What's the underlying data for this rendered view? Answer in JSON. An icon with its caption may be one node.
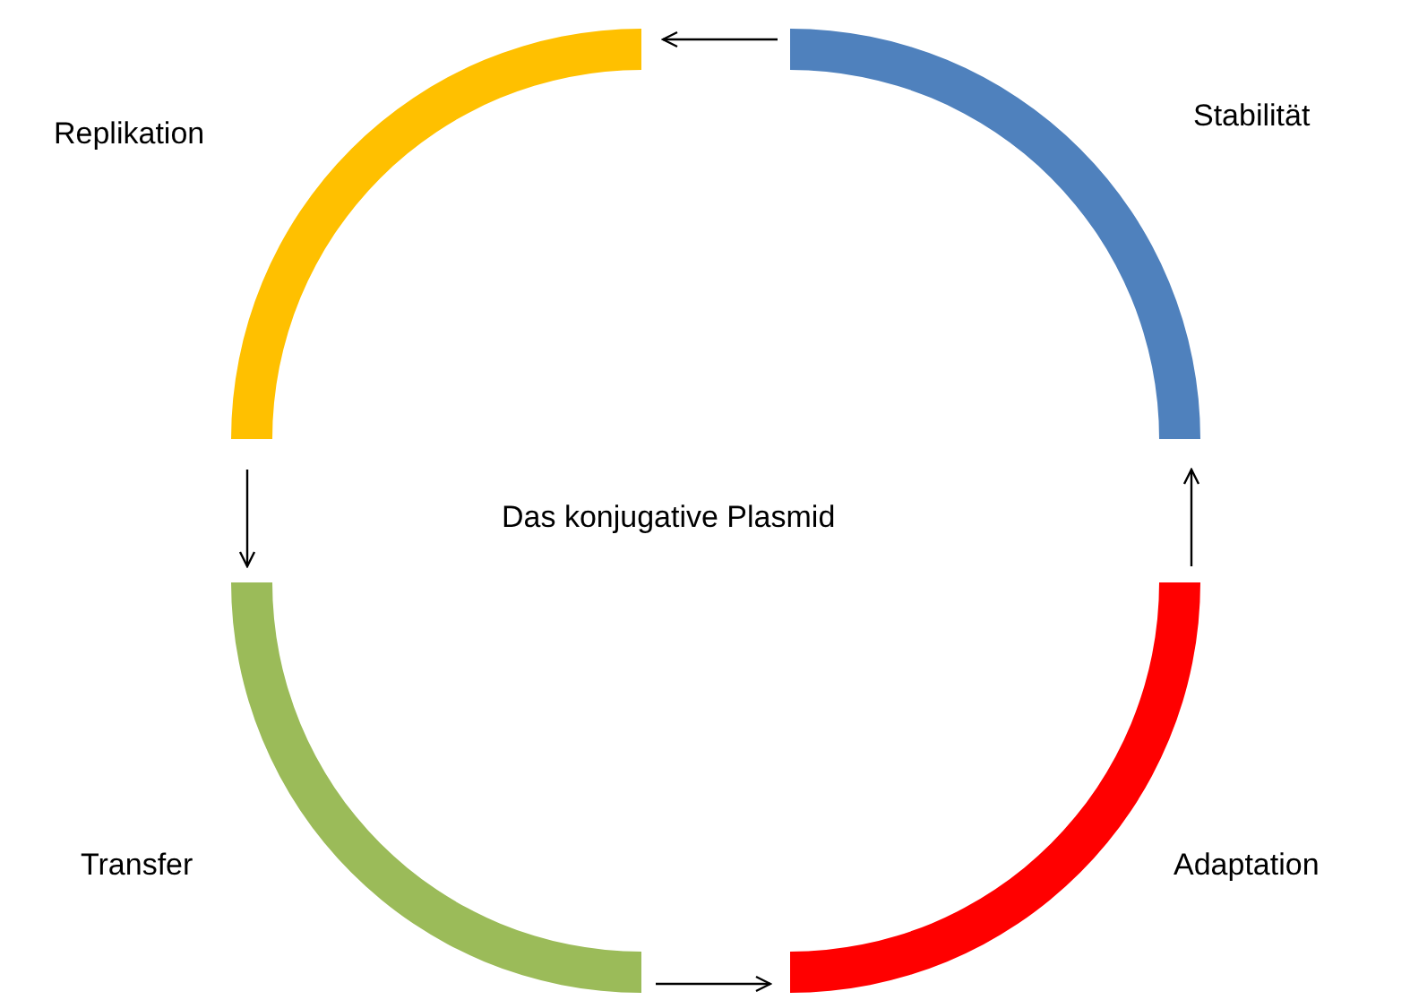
{
  "diagram": {
    "nodes": [
      {
        "text": [],
        "shape": "arc",
        "beside": [
          "Replikation"
        ]
      },
      {
        "text": [],
        "shape": "arc",
        "beside": [
          "Stabilität"
        ]
      },
      {
        "text": [],
        "shape": "arc",
        "beside": [
          "Transfer"
        ]
      },
      {
        "text": [],
        "shape": "arc",
        "beside": [
          "Adaptation"
        ]
      }
    ],
    "edges": [
      {
        "from": 1,
        "to": 0,
        "arrow": "to"
      },
      {
        "from": 0,
        "to": 2,
        "arrow": "to"
      },
      {
        "from": 2,
        "to": 3,
        "arrow": "to"
      },
      {
        "from": 3,
        "to": 1,
        "arrow": "to"
      }
    ],
    "labels": [
      "Das konjugative Plasmid"
    ]
  }
}
